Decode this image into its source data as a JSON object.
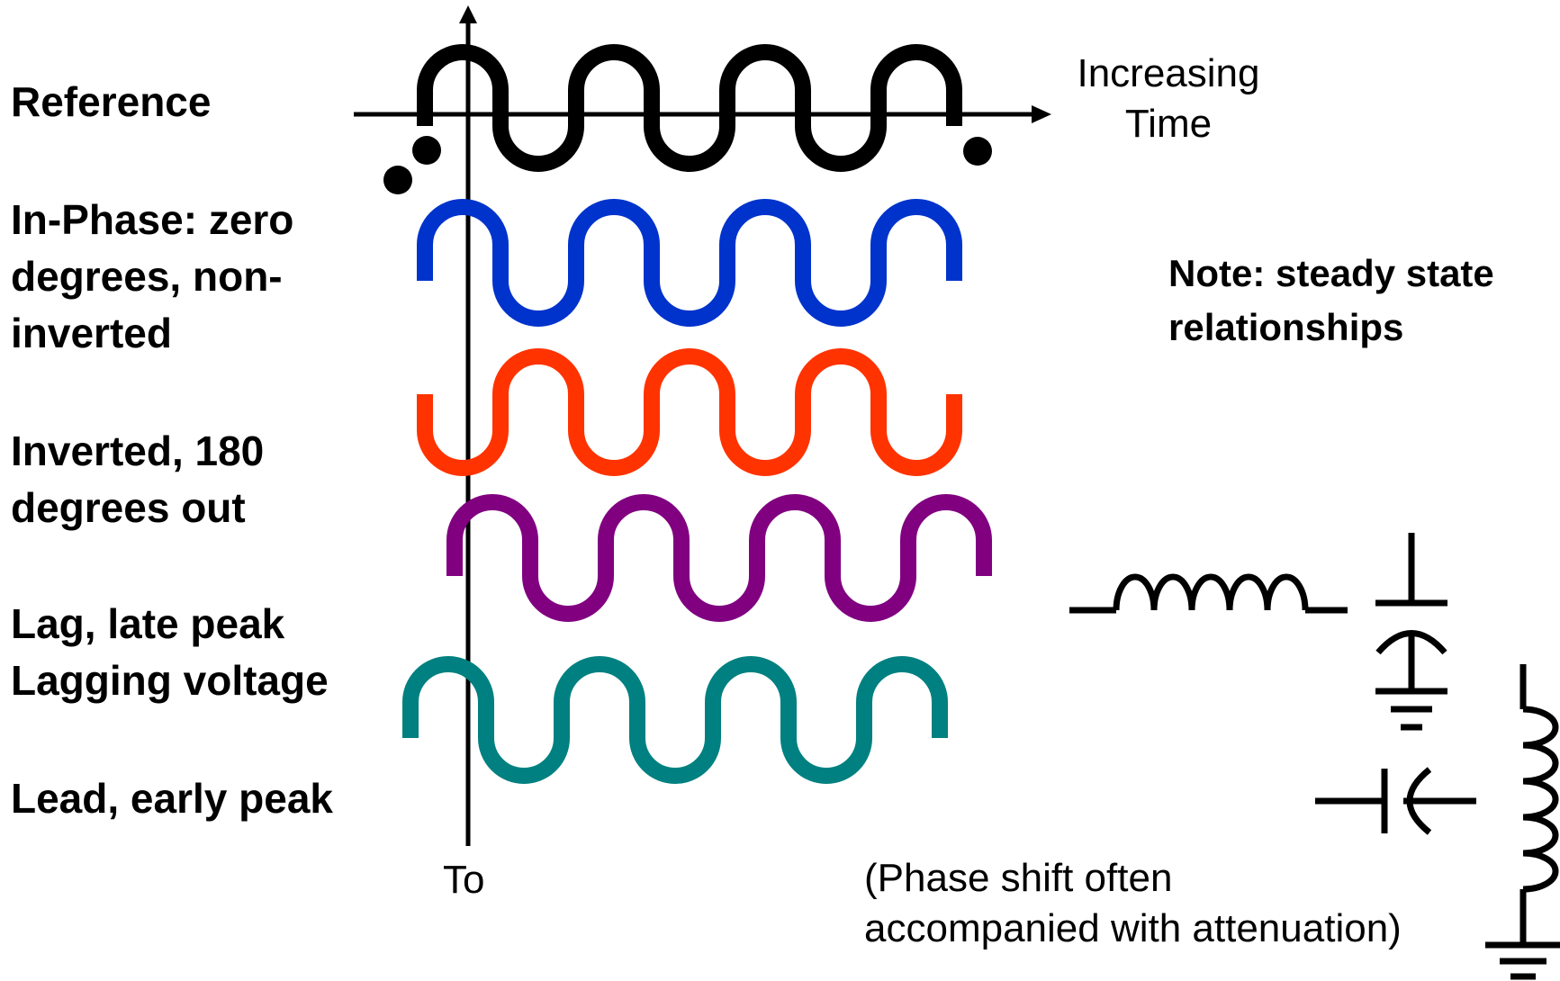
{
  "colors": {
    "reference": "#000000",
    "in_phase": "#0033cc",
    "inverted": "#ff3300",
    "lag": "#800080",
    "lead": "#008080"
  },
  "labels": {
    "reference": "Reference",
    "in_phase": [
      "In-Phase: zero",
      "degrees, non-",
      "inverted"
    ],
    "inverted": [
      "Inverted, 180",
      "degrees out"
    ],
    "lag": [
      "Lag, late peak",
      "Lagging voltage"
    ],
    "lead": "Lead, early peak"
  },
  "axis": {
    "time_label": [
      "Increasing",
      "Time"
    ],
    "origin_label": "To"
  },
  "note": [
    "Note: steady state",
    "relationships"
  ],
  "footnote": [
    "(Phase shift often",
    "accompanied with attenuation)"
  ],
  "icons": [
    "inductor-symbol",
    "capacitor-to-ground-symbol",
    "series-capacitor-symbol",
    "inductor-to-ground-symbol"
  ]
}
